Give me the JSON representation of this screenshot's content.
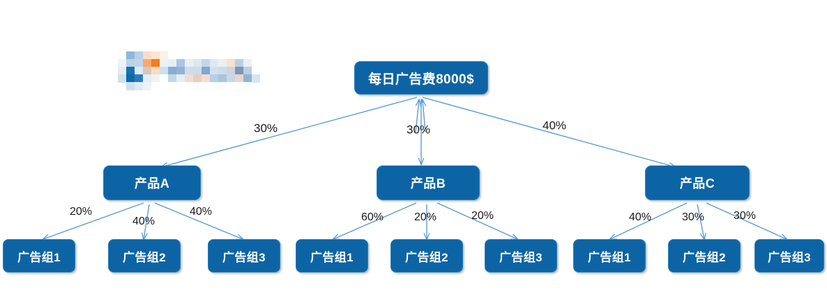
{
  "diagram": {
    "title_node": {
      "label": "每日广告费8000$",
      "name": "root-node-daily-ad-budget"
    },
    "colors": {
      "node_fill": "#0d64a5",
      "node_border": "#2a7fc0",
      "node_text": "#ffffff",
      "connector": "#5b9bd5",
      "label_text": "#1a1a1a",
      "background": "#ffffff"
    },
    "level2": [
      {
        "label": "产品A",
        "percent": "30%"
      },
      {
        "label": "产品B",
        "percent": "30%"
      },
      {
        "label": "产品C",
        "percent": "40%"
      }
    ],
    "level3": [
      {
        "parent": "产品A",
        "children": [
          {
            "label": "广告组1",
            "percent": "20%"
          },
          {
            "label": "广告组2",
            "percent": "40%"
          },
          {
            "label": "广告组3",
            "percent": "40%"
          }
        ]
      },
      {
        "parent": "产品B",
        "children": [
          {
            "label": "广告组1",
            "percent": "60%"
          },
          {
            "label": "广告组2",
            "percent": "20%"
          },
          {
            "label": "广告组3",
            "percent": "20%"
          }
        ]
      },
      {
        "parent": "产品C",
        "children": [
          {
            "label": "广告组1",
            "percent": "40%"
          },
          {
            "label": "广告组2",
            "percent": "30%"
          },
          {
            "label": "广告组3",
            "percent": "30%"
          }
        ]
      }
    ],
    "watermark": {
      "name": "pixelated-logo-watermark",
      "description": "mosaic-censored logo"
    }
  }
}
